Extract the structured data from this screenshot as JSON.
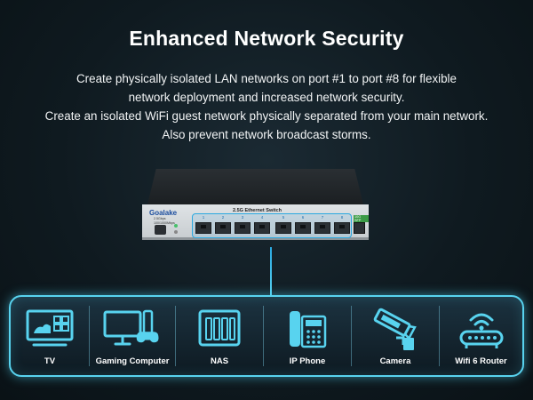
{
  "headline": "Enhanced Network Security",
  "description": [
    "Create physically isolated LAN networks on port #1 to port #8 for flexible",
    "network deployment and increased network security.",
    "Create an isolated WiFi guest network physically separated from your main network.",
    "Also prevent network broadcast storms."
  ],
  "switch": {
    "brand": "Goalake",
    "title": "2.5G Ethernet Switch",
    "spec_lines": [
      "2.5Gbps",
      "100/1000Mbps"
    ],
    "ports": [
      "1",
      "2",
      "3",
      "4",
      "5",
      "6",
      "7",
      "8"
    ],
    "sfp_label": "10G SFP"
  },
  "devices": [
    {
      "label": "TV",
      "icon": "tv-icon"
    },
    {
      "label": "Gaming Computer",
      "icon": "gaming-computer-icon"
    },
    {
      "label": "NAS",
      "icon": "nas-icon"
    },
    {
      "label": "IP Phone",
      "icon": "ip-phone-icon"
    },
    {
      "label": "Camera",
      "icon": "security-camera-icon"
    },
    {
      "label": "Wifi 6 Router",
      "icon": "wifi-router-icon"
    }
  ],
  "colors": {
    "accent": "#58d3ef",
    "brand": "#1a4c9e",
    "port_outline": "#2aa8e0"
  }
}
